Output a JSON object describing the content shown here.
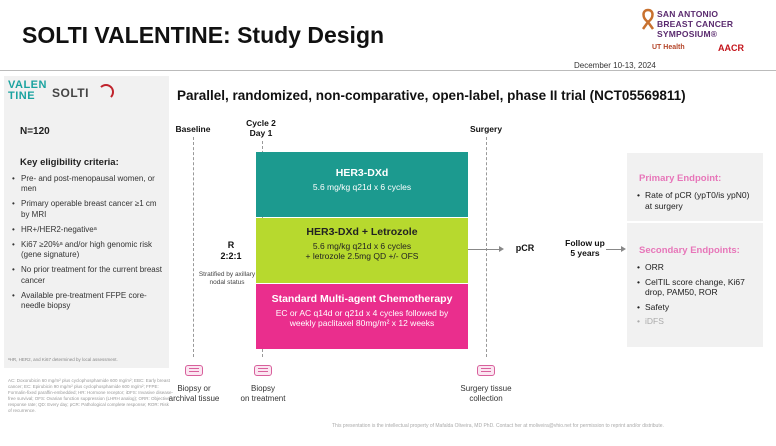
{
  "header": {
    "title": "SOLTI VALENTINE: Study Design",
    "logo_lines": [
      "SAN ANTONIO",
      "BREAST CANCER",
      "SYMPOSIUM®"
    ],
    "ut_health": "UT Health",
    "aacr": "AACR",
    "date": "December 10-13, 2024"
  },
  "brand": {
    "valentine_line1": "VALEN",
    "valentine_line2": "TINE",
    "solti": "SOLTI"
  },
  "trial_title": "Parallel, randomized, non-comparative, open-label, phase II trial (NCT05569811)",
  "left_panel": {
    "n": "N=120",
    "eligibility_title": "Key eligibility criteria:",
    "criteria": [
      "Pre- and post-menopausal women, or men",
      "Primary operable breast cancer ≥1 cm by MRI",
      "HR+/HER2-negativeᵃ",
      "Ki67 ≥20%ᵃ and/or high genomic risk (gene signature)",
      "No prior treatment for the current breast cancer",
      "Available pre-treatment FFPE core-needle biopsy"
    ],
    "footnote": "ᵃHR, HER2, and Ki67 determined by local assessment.",
    "abbreviations": "AC: Doxorubicin 60 mg/m² plus cyclophosphamide 600 mg/m²; EBC: Early breast cancer; EC: Epirubicin 90 mg/m² plus cyclophosphamide 600 mg/m²; FFPE: Formalin-fixed paraffin-embedded; HR: Hormone receptor; iDFS: Invasive disease-free survival; OFS: Ovarian function suppression (LHRH analog); ORR: Objective response rate; QD: Every day; pCR: Pathological complete response; ROR: Risk of recurrence."
  },
  "timeline": {
    "baseline": "Baseline",
    "cycle2_line1": "Cycle 2",
    "cycle2_line2": "Day 1",
    "surgery": "Surgery",
    "randomization_line1": "R",
    "randomization_line2": "2:2:1",
    "stratified": "Stratified by axillary nodal status",
    "pcr": "pCR",
    "followup_line1": "Follow up",
    "followup_line2": "5 years"
  },
  "arms": [
    {
      "name": "HER3-DXd",
      "dose": [
        "5.6 mg/kg q21d x 6 cycles"
      ],
      "color": "#1c9a8f"
    },
    {
      "name": "HER3-DXd + Letrozole",
      "dose": [
        "5.6 mg/kg q21d x 6 cycles",
        "+ letrozole 2.5mg QD +/- OFS"
      ],
      "color": "#b7d92e"
    },
    {
      "name": "Standard Multi-agent Chemotherapy",
      "dose": [
        "EC or AC q14d or q21d x 4 cycles followed by",
        "weekly paclitaxel 80mg/m² x 12 weeks"
      ],
      "color": "#ea2e8d"
    }
  ],
  "endpoints": {
    "primary_title": "Primary Endpoint:",
    "primary": [
      "Rate of pCR (ypT0/is ypN0) at surgery"
    ],
    "secondary_title": "Secondary Endpoints:",
    "secondary": [
      "ORR",
      "CelTIL score change, Ki67 drop, PAM50, ROR",
      "Safety",
      "iDFS"
    ],
    "accent_color": "#e776b9"
  },
  "biopsies": [
    {
      "line1": "Biopsy or",
      "line2": "archival tissue"
    },
    {
      "line1": "Biopsy",
      "line2": "on treatment"
    },
    {
      "line1": "Surgery tissue",
      "line2": "collection"
    }
  ],
  "icons": [
    "tissue-cassette-icon"
  ],
  "copyright": "This presentation is the intellectual property of Mafalda Oliveira, MD PhD. Contact her at moliveira@vhio.net for permission to reprint and/or distribute."
}
